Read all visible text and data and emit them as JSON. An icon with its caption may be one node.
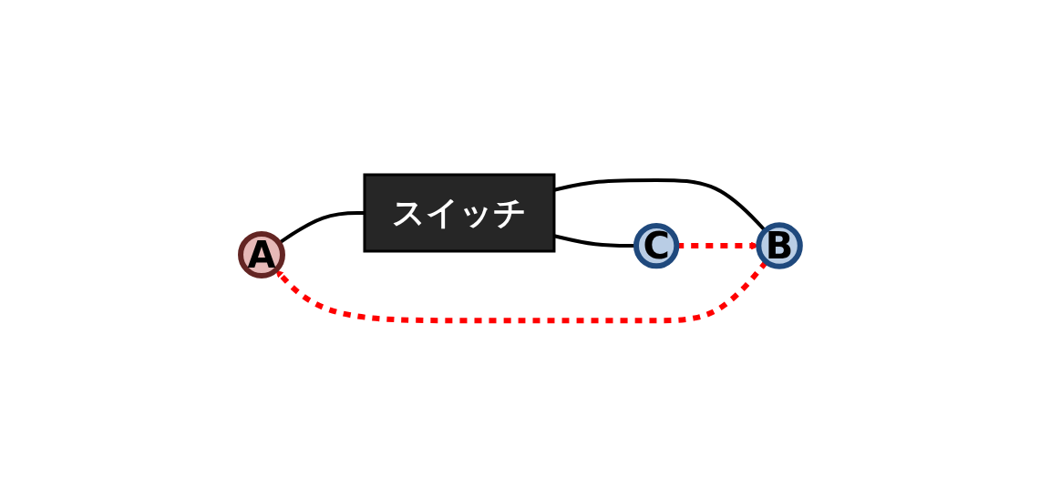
{
  "diagram": {
    "nodes": [
      {
        "text": [
          "A"
        ]
      },
      {
        "text": [
          "スイッチ"
        ]
      },
      {
        "text": [
          "C"
        ]
      },
      {
        "text": [
          "B"
        ]
      }
    ],
    "edges": [
      {
        "from": 0,
        "to": 1,
        "arrow": "none"
      },
      {
        "from": 1,
        "to": 2,
        "arrow": "none"
      },
      {
        "from": 1,
        "to": 3,
        "arrow": "none"
      },
      {
        "from": 3,
        "to": 0,
        "arrow": "to",
        "style": "dashed",
        "color": "#ff0000"
      },
      {
        "from": 2,
        "to": 3,
        "arrow": "to",
        "style": "dashed",
        "color": "#ff0000"
      }
    ]
  }
}
